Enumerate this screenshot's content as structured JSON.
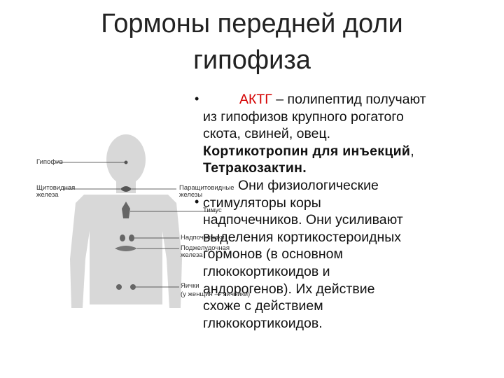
{
  "slide": {
    "title_line1": "Гормоны передней доли",
    "title_line2": "гипофиза"
  },
  "figure": {
    "labels": {
      "pituitary": "Гипофиз",
      "thyroid_1": "Щитовидная",
      "thyroid_2": "железа",
      "parathyroid_1": "Паращитовидные",
      "parathyroid_2": "железы",
      "thymus": "Тимус",
      "adrenal": "Надпочечники",
      "pancreas_1": "Поджелудочная",
      "pancreas_2": "железа",
      "testes": "Яички",
      "ovaries": "(у женщин — яичники)"
    }
  },
  "text": {
    "bullet_symbol": "•",
    "p1_acronym": "АКТГ",
    "p1_rest": " – полипептид получают",
    "line2": "из гипофизов крупного рогатого",
    "line3": "скота, свиней, овец.",
    "line4_bold": "Кортикотропин для инъекций",
    "line4_tail": ",",
    "line5_bold": "Тетракозактин.",
    "line6": "Они физиологические",
    "line7": "стимуляторы коры",
    "line8": "надпочечников. Они усиливают",
    "line9": "выделения кортикостероидных",
    "line10": "гормонов (в основном",
    "line11": "глюкокортикоидов и",
    "line12": "андорогенов). Их действие",
    "line13": "схоже с действием",
    "line14": "глюкокортикоидов."
  },
  "colors": {
    "acronym": "#d40000",
    "silhouette": "#d8d8d8",
    "organs": "#555555"
  }
}
